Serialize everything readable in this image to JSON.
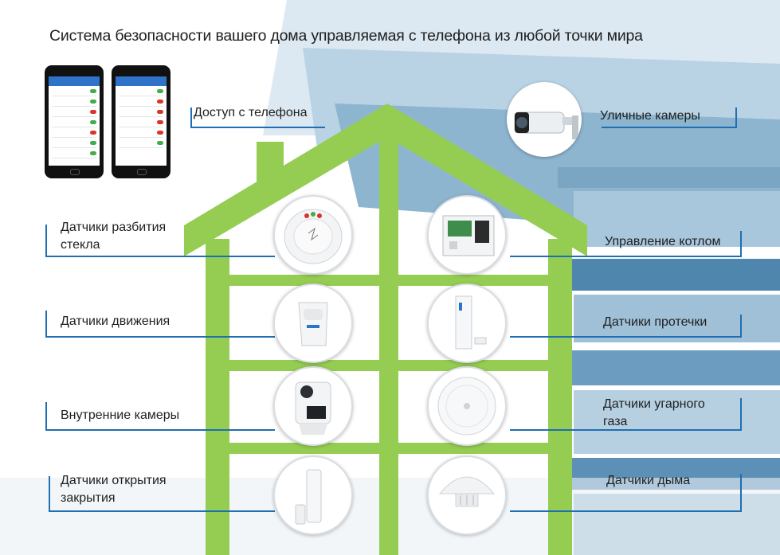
{
  "title": "Система безопасности вашего дома управляемая с телефона из любой точки мира",
  "colors": {
    "house": "#95cd52",
    "connector": "#1f6fb2",
    "background_stripes": [
      "#b7d1e3",
      "#8db3cd",
      "#5e8fb2"
    ]
  },
  "phone_access": {
    "label": "Доступ с телефона",
    "icon": "smartphone-app-icon"
  },
  "street_cameras": {
    "label": "Уличные камеры",
    "icon": "bullet-camera-icon"
  },
  "left_items": [
    {
      "label": "Датчики разбития стекла",
      "icon": "glass-break-sensor-icon"
    },
    {
      "label": "Датчики движения",
      "icon": "motion-sensor-icon"
    },
    {
      "label": "Внутренние камеры",
      "icon": "indoor-camera-icon"
    },
    {
      "label": "Датчики открытия закрытия",
      "icon": "door-contact-sensor-icon"
    }
  ],
  "right_items": [
    {
      "label": "Управление котлом",
      "icon": "boiler-controller-icon"
    },
    {
      "label": "Датчики протечки",
      "icon": "leak-sensor-icon"
    },
    {
      "label": "Датчики угарного газа",
      "icon": "co-detector-icon"
    },
    {
      "label": "Датчики дыма",
      "icon": "smoke-detector-icon"
    }
  ]
}
